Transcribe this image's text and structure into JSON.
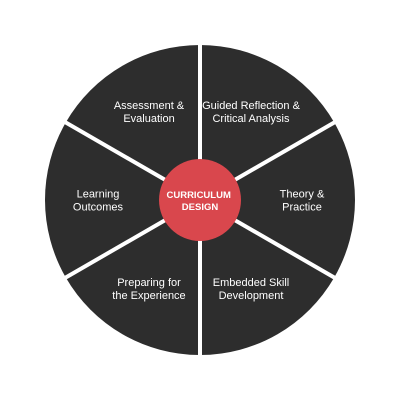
{
  "diagram": {
    "center": {
      "lines": [
        "CURRICULUM",
        "DESIGN"
      ]
    },
    "segments": [
      {
        "lines": [
          "Guided Reflection &",
          "Critical Analysis"
        ]
      },
      {
        "lines": [
          "Theory &",
          "Practice"
        ]
      },
      {
        "lines": [
          "Embedded Skill",
          "Development"
        ]
      },
      {
        "lines": [
          "Preparing for",
          "the Experience"
        ]
      },
      {
        "lines": [
          "Learning",
          "Outcomes"
        ]
      },
      {
        "lines": [
          "Assessment &",
          "Evaluation"
        ]
      }
    ]
  },
  "colors": {
    "segment_fill": "#2d2d2d",
    "divider": "#ffffff",
    "center_fill": "#d9474d",
    "text": "#ffffff",
    "background": "#ffffff"
  }
}
